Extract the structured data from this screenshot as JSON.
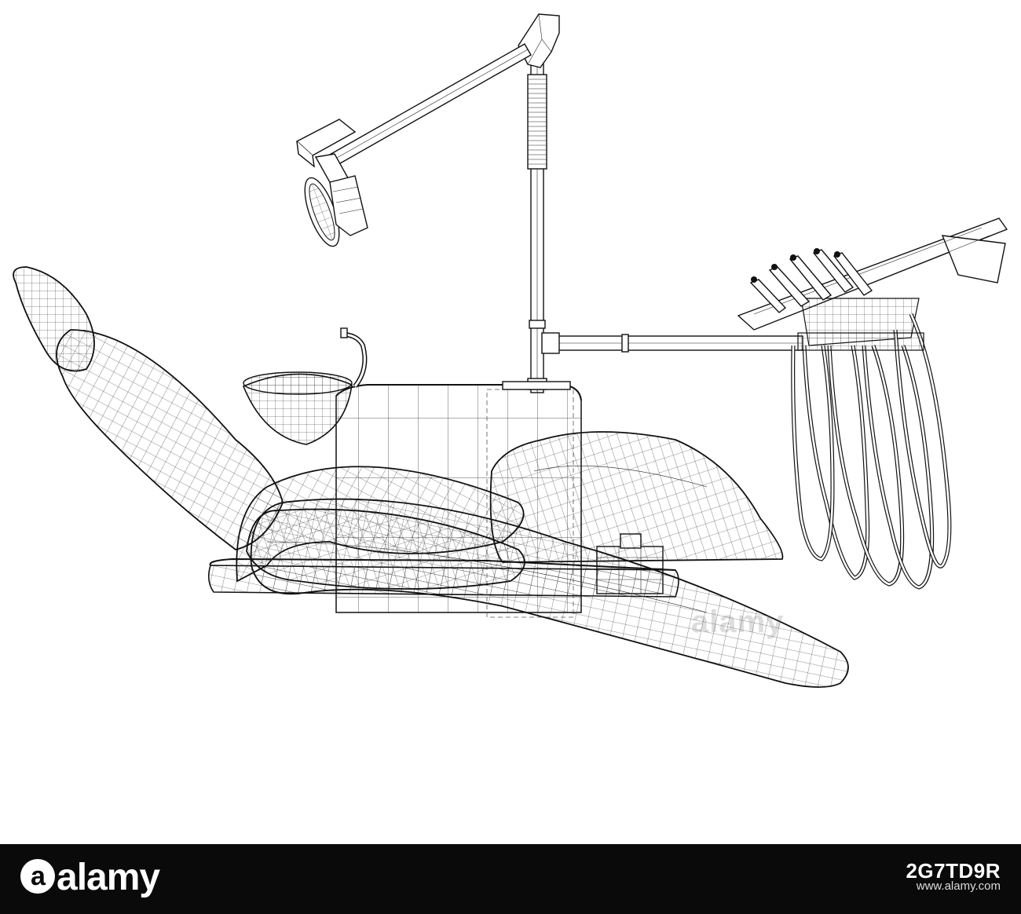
{
  "watermark": {
    "text": "alamy"
  },
  "footer": {
    "logo_text": "alamy",
    "image_id": "2G7TD9R",
    "url": "www.alamy.com",
    "background": "#0a0a0a",
    "text_color": "#ffffff"
  },
  "illustration": {
    "line_color": "#1a1a1a",
    "background": "#ffffff"
  }
}
